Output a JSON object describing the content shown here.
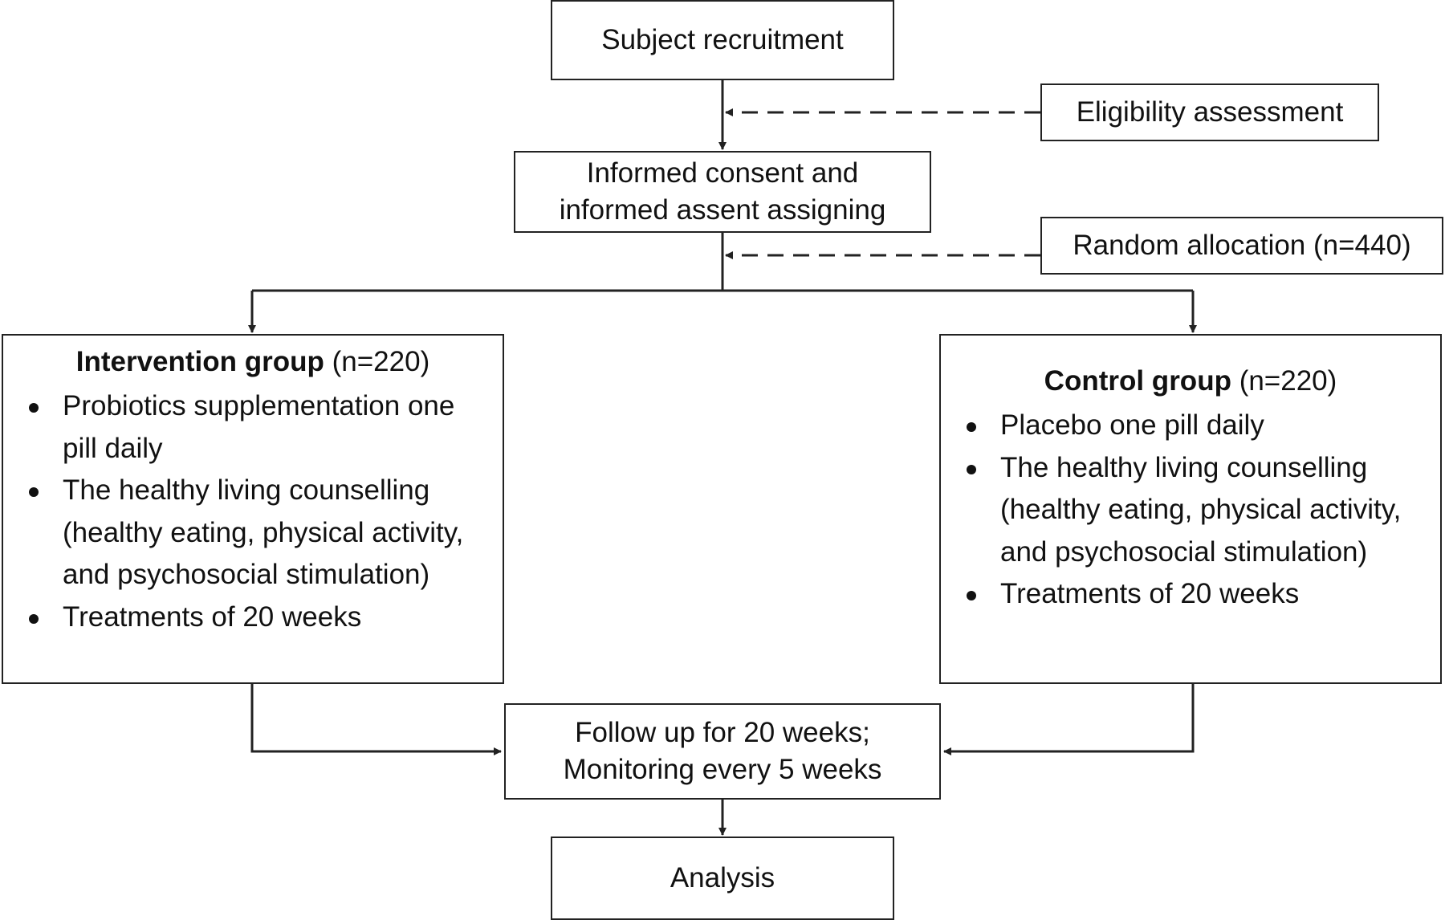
{
  "flowchart": {
    "recruitment": "Subject recruitment",
    "eligibility": "Eligibility assessment",
    "consent": {
      "line1": "Informed consent and",
      "line2": "informed assent assigning"
    },
    "randomization": "Random allocation (n=440)",
    "intervention": {
      "title": "Intervention group",
      "count": "(n=220)",
      "items": [
        "Probiotics supplementation one pill daily",
        "The healthy living counselling (healthy eating, physical activity, and psychosocial stimulation)",
        "Treatments of 20 weeks"
      ]
    },
    "control": {
      "title": "Control group",
      "count": "(n=220)",
      "items": [
        "Placebo one pill daily",
        "The healthy living counselling (healthy eating, physical activity, and psychosocial stimulation)",
        "Treatments of 20 weeks"
      ]
    },
    "followup": {
      "line1": "Follow up for 20 weeks;",
      "line2": "Monitoring every 5 weeks"
    },
    "analysis": "Analysis"
  }
}
